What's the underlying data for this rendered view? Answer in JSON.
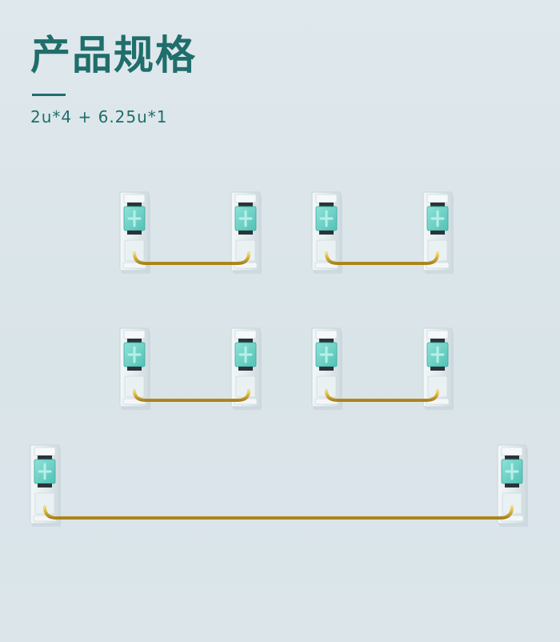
{
  "header": {
    "title": "产品规格",
    "spec": "2u*4 + 6.25u*1"
  },
  "colors": {
    "background": "#dbe5ea",
    "title": "#1f6e6c",
    "housing": "#e6eef1",
    "slider": "#6fd3c8",
    "wire": "#d8b43e"
  },
  "stabilizers": [
    {
      "size": "2u"
    },
    {
      "size": "2u"
    },
    {
      "size": "2u"
    },
    {
      "size": "2u"
    },
    {
      "size": "6.25u"
    }
  ]
}
